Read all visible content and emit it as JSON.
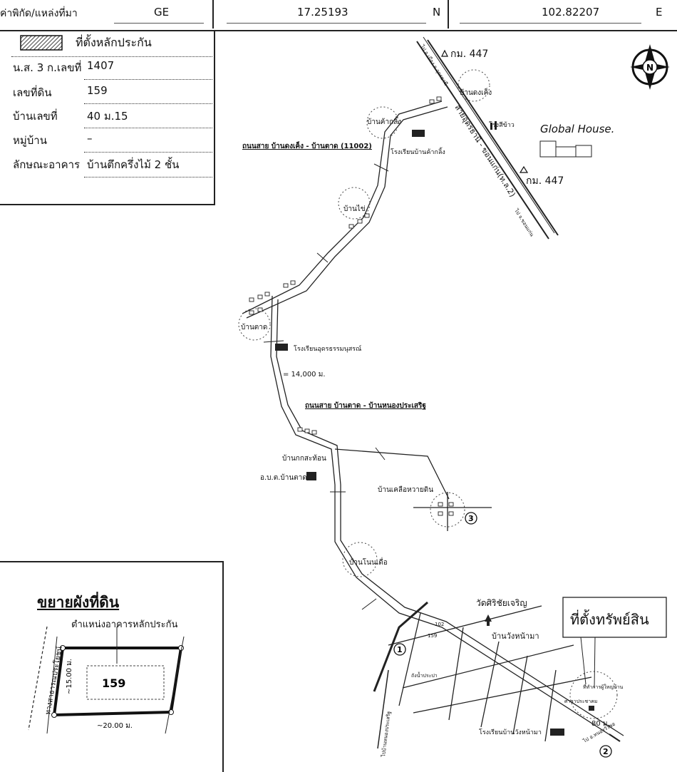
{
  "header": {
    "source_label": "ค่าพิกัด/แหล่งที่มา",
    "source_value": "GE",
    "lat_value": "17.25193",
    "lat_unit": "N",
    "lon_value": "102.82207",
    "lon_unit": "E"
  },
  "info": {
    "legend_label": "ที่ตั้งหลักประกัน",
    "rows": [
      {
        "label": "น.ส. 3 ก.เลขที่",
        "value": "1407"
      },
      {
        "label": "เลขที่ดิน",
        "value": "159"
      },
      {
        "label": "บ้านเลขที่",
        "value": "40 ม.15"
      },
      {
        "label": "หมู่บ้าน",
        "value": "–"
      },
      {
        "label": "ลักษณะอาคาร",
        "value": "บ้านตึกครึ่งไม้ 2 ชั้น"
      }
    ]
  },
  "enlarge": {
    "title": "ขยายผังที่ดิน",
    "building_label": "ตำแหน่งอาคารหลักประกัน",
    "lot_number": "159",
    "side_label": "~15.00 ม.",
    "bottom_label": "~20.00 ม.",
    "road_label": "ทางสาธารณประโยชน์"
  },
  "map": {
    "north": "N",
    "km_marker_1": "กม. 447",
    "km_marker_2": "กม. 447",
    "global_house": "Global House.",
    "rice_mill": "โรงสีข้าว",
    "highway_label": "สายอุดรธานี - ขอนแก่น(ท.ล.2)",
    "to_udon": "ไป อ.เมือง จ.อุดรธานี",
    "to_khonkaen": "ไป จ.ขอนแก่น",
    "village_1": "บ้านดงเค็ง",
    "village_2": "บ้านค้ากลิ้ง",
    "school_1": "โรงเรียนบ้านค้ากลิ้ง",
    "road_1": "ถนนสาย บ้านดงเค็ง - บ้านตาด (11002)",
    "village_3": "บ้านไข่",
    "village_4": "บ้านตาด",
    "school_2": "โรงเรียนอุดรธรรมนุสรณ์",
    "distance": "= 14,000 ม.",
    "road_2": "ถนนสาย บ้านตาด - บ้านหนองประเสริฐ",
    "village_5": "บ้านกกสะท้อน",
    "sao": "อ.บ.ต.บ้านตาด",
    "village_6": "บ้านเคลือหวายดิน",
    "village_7": "บ้านโนนเดื่อ",
    "temple": "วัดศิริชัยเจริญ",
    "village_8": "บ้านวังหน้ามา",
    "property_label": "ที่ตั้งทรัพย์สิน",
    "headman": "ที่ทำการผู้ใหญ่บ้าน",
    "pavilion": "ศาลาประชาคม",
    "dist_80": "80 ม.",
    "school_3": "โรงเรียนบ้านวังหน้ามา",
    "to_left": "ไปบ้านหนองประเสริฐ",
    "to_right": "ไป อ.หนองวัวซอ",
    "water_tower": "ถังน้ำประปา",
    "circle_1": "1",
    "circle_2": "2",
    "circle_3": "3",
    "house_no": "102",
    "house_no_2": "159"
  }
}
